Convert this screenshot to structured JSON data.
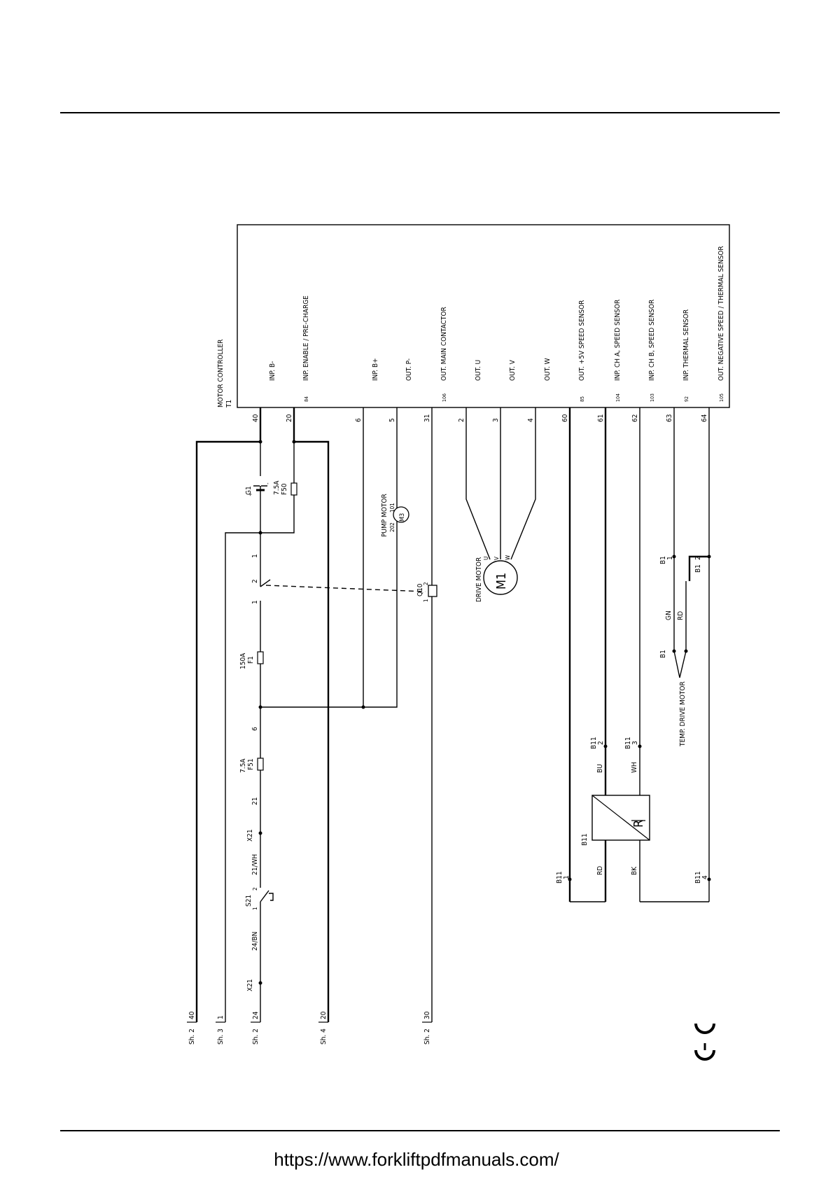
{
  "controller": {
    "title": "MOTOR CONTROLLER",
    "ref": "T1",
    "pins": [
      {
        "num": "40",
        "code": "",
        "label": "INP. B-"
      },
      {
        "num": "20",
        "code": "84",
        "label": "INP. ENABLE / PRE-CHARGE"
      },
      {
        "num": "6",
        "code": "",
        "label": "INP. B+"
      },
      {
        "num": "5",
        "code": "",
        "label": "OUT. P-"
      },
      {
        "num": "31",
        "code": "106",
        "label": "OUT. MAIN CONTACTOR"
      },
      {
        "num": "2",
        "code": "",
        "label": "OUT. U"
      },
      {
        "num": "3",
        "code": "",
        "label": "OUT. V"
      },
      {
        "num": "4",
        "code": "",
        "label": "OUT. W"
      },
      {
        "num": "60",
        "code": "85",
        "label": "OUT. +5V SPEED SENSOR"
      },
      {
        "num": "61",
        "code": "104",
        "label": "INP. CH A, SPEED SENSOR"
      },
      {
        "num": "62",
        "code": "103",
        "label": "INP. CH B, SPEED SENSOR"
      },
      {
        "num": "63",
        "code": "92",
        "label": "INP. THERMAL SENSOR"
      },
      {
        "num": "64",
        "code": "105",
        "label": "OUT. NEGATIVE SPEED / THERMAL SENSOR"
      }
    ]
  },
  "sheet_refs": [
    {
      "sheet": "Sh. 2",
      "num": "40"
    },
    {
      "sheet": "Sh. 3",
      "num": "1"
    },
    {
      "sheet": "Sh. 2",
      "num": "24"
    },
    {
      "sheet": "Sh. 4",
      "num": "20"
    },
    {
      "sheet": "Sh. 2",
      "num": "30"
    }
  ],
  "components": {
    "battery": {
      "ref": "G1",
      "plus": "+",
      "minus": "-"
    },
    "fuse_f50": {
      "ref": "F50",
      "rating": "7.5A"
    },
    "pump_motor": {
      "title": "PUMP MOTOR",
      "ref": "M3",
      "pin_a": "202",
      "pin_b": "101"
    },
    "main_switch": {
      "pin1": "1",
      "pin2": "2",
      "pin3": "1"
    },
    "contactor": {
      "ref": "Q10",
      "pin1": "1",
      "pin2": "2"
    },
    "drive_motor": {
      "title": "DRIVE MOTOR",
      "ref": "M1",
      "u": "U",
      "v": "V",
      "w": "W"
    },
    "fuse_f1": {
      "ref": "F1",
      "rating": "150A"
    },
    "wire_6": "6",
    "fuse_f51": {
      "ref": "F51",
      "rating": "7.5A"
    },
    "wire_21": "21",
    "x21_top": "X21",
    "wire_21wh": "21/WH",
    "key_switch": {
      "ref": "S21",
      "pin1": "1",
      "pin2": "2"
    },
    "wire_24bn": "24/BN",
    "x21_bottom": "X21",
    "speed_sensor": {
      "ref": "B11",
      "pin1_ref": "B11",
      "pin1": "1",
      "pin2_ref": "B11",
      "pin2": "2",
      "pin3_ref": "B11",
      "pin3": "3",
      "pin4_ref": "B11",
      "pin4": "4",
      "wire_rd": "RD",
      "wire_bu": "BU",
      "wire_bk": "BK",
      "wire_wh": "WH",
      "symbol": "R"
    },
    "temp_sensor": {
      "title": "TEMP. DRIVE MOTOR",
      "ref": "B1",
      "pin1_ref": "B1",
      "pin1": "1",
      "pin2_ref": "B1",
      "pin2": "2",
      "wire_gn": "GN",
      "wire_rd": "RD"
    }
  },
  "ce_mark": "CE",
  "footer": {
    "url": "https://www.forkliftpdfmanuals.com/"
  }
}
